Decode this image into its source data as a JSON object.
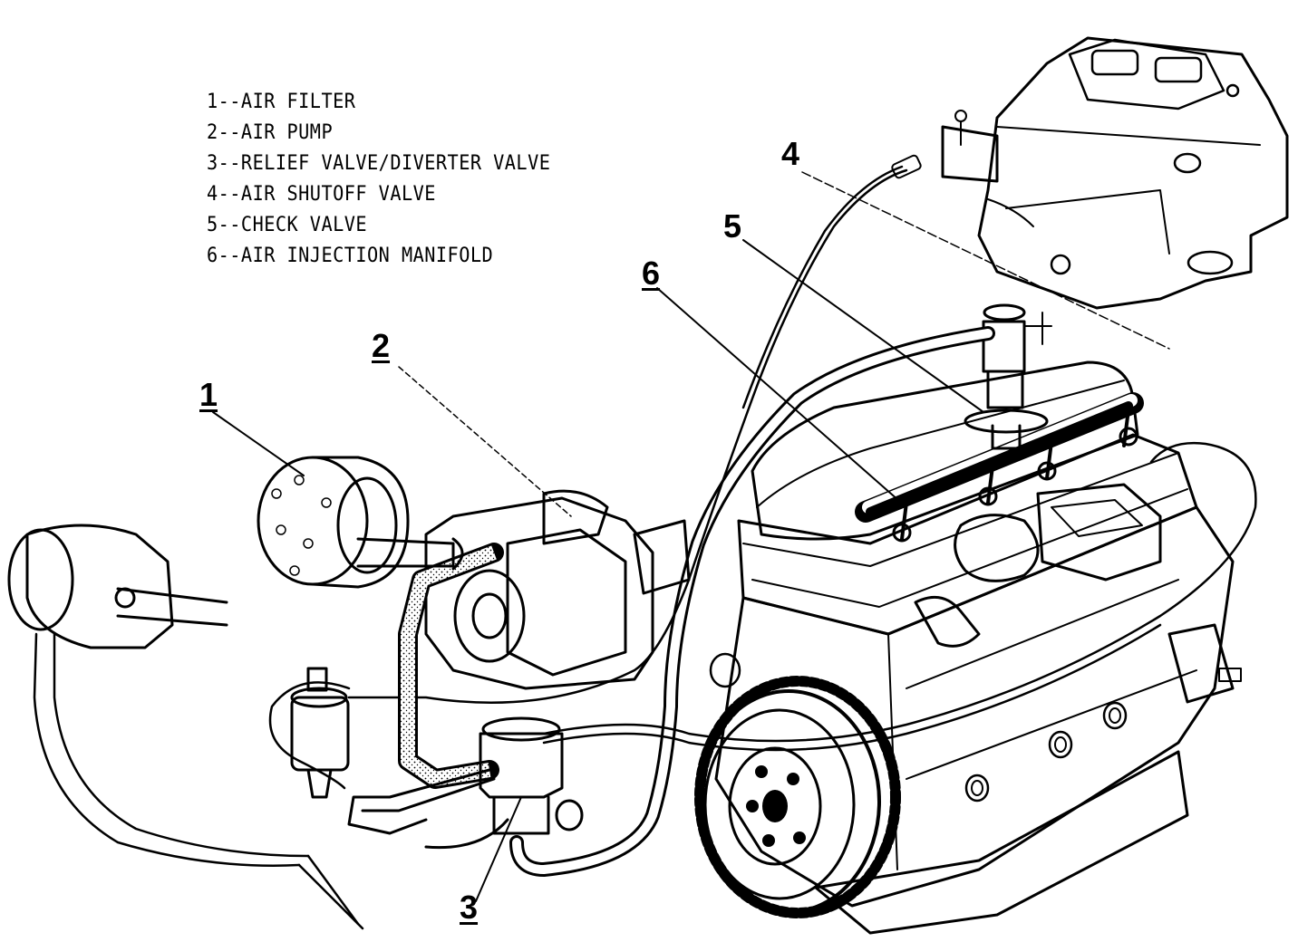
{
  "legend": {
    "items": [
      "1--AIR FILTER",
      "2--AIR PUMP",
      "3--RELIEF VALVE/DIVERTER VALVE",
      "4--AIR SHUTOFF VALVE",
      "5--CHECK VALVE",
      "6--AIR INJECTION MANIFOLD"
    ]
  },
  "callouts": {
    "c1": "1",
    "c2": "2",
    "c3": "3",
    "c4": "4",
    "c5": "5",
    "c6": "6"
  }
}
